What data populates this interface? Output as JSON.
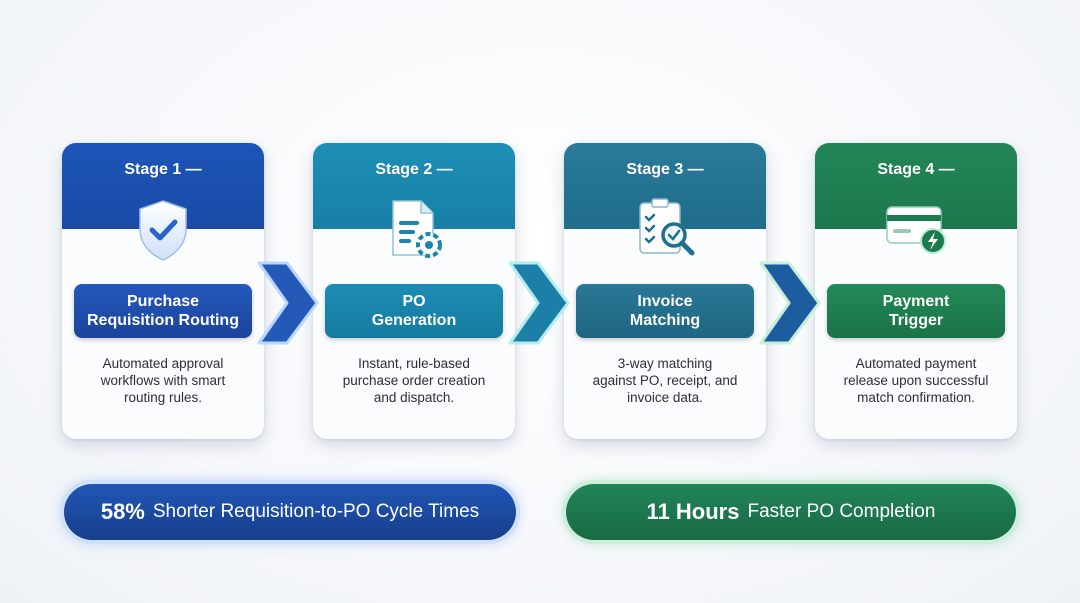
{
  "stages": [
    {
      "title": "Stage 1 —",
      "name_line1": "Purchase",
      "name_line2": "Requisition Routing",
      "desc_line1": "Automated approval",
      "desc_line2": "workflows with smart",
      "desc_line3": "routing rules.",
      "icon": "shield-check-icon",
      "color": "#1f4fae"
    },
    {
      "title": "Stage 2 —",
      "name_line1": "PO",
      "name_line2": "Generation",
      "desc_line1": "Instant, rule-based",
      "desc_line2": "purchase order creation",
      "desc_line3": "and dispatch.",
      "icon": "document-gear-icon",
      "color": "#1782a8"
    },
    {
      "title": "Stage 3 —",
      "name_line1": "Invoice",
      "name_line2": "Matching",
      "desc_line1": "3-way matching",
      "desc_line2": "against PO, receipt, and",
      "desc_line3": "invoice data.",
      "icon": "checklist-magnifier-icon",
      "color": "#1f6f8f"
    },
    {
      "title": "Stage 4 —",
      "name_line1": "Payment",
      "name_line2": "Trigger",
      "desc_line1": "Automated payment",
      "desc_line2": "release upon successful",
      "desc_line3": "match confirmation.",
      "icon": "card-bolt-icon",
      "color": "#1c7a4e"
    }
  ],
  "banners": [
    {
      "metric": "58%",
      "text": "Shorter Requisition-to-PO Cycle Times",
      "color": "#1b4a9c"
    },
    {
      "metric": "11 Hours",
      "text": "Faster PO Completion",
      "color": "#1c6f49"
    }
  ]
}
